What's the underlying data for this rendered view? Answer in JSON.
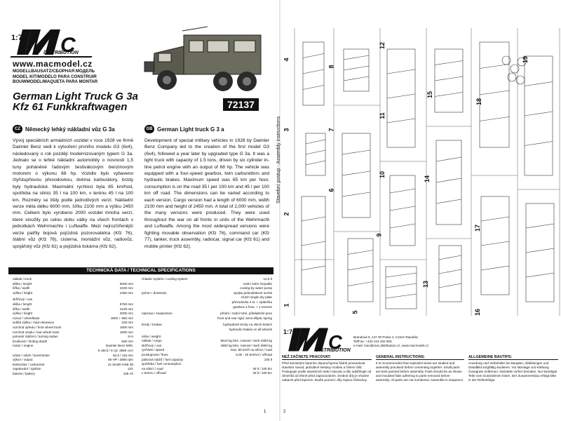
{
  "header": {
    "scale": "1:72",
    "brand": "MAC",
    "brand_sub": "DISTRIBUTION",
    "url": "www.macmodel.cz",
    "kit_lines": [
      "MODELLBAUSATZ/СБОРНАЯ МОДЕЛЬ",
      "MODEL KIT/MODELO PARA CONSTRUIR",
      "BOUWMODEL/MAQUETA PARA MONTAR"
    ],
    "title_line1": "German Light Truck G 3a",
    "title_line2": "Kfz 61 Funkkraftwagen",
    "kit_number": "72137"
  },
  "cz": {
    "code": "CZ",
    "heading": "Německý lehký nákladní vůz G 3a",
    "text": "Vývoj speciálních armádních vozidel v roce 1928 ve firmě Daimler Benz vedl k vytvoření prvního modelu G3 (6x4), následovaný o rok později modernizovaným typem G 3a. Jednalo se o lehké nákladní automobily o nosnosti 1,5 tuny poháněné řadovým šestiválcovým benzinovým motorem o výkonu 68 hp. Vozidlo bylo vybaveno čtyřstupňovou převodovkou, dvěma karburátory, brzdy byly hydraulické. Maximální rychlost byla 65 km/hod, spotřeba na silnici 35 l na 100 km, v terénu 45 l na 100 km. Rozměry se lišily podle jednotlivých verzí. Nákladní verze měla délku 6000 mm, šířku 2100 mm a výšku 2450 mm. Celkem bylo vyrobeno 2000 vozidel mnoha verzí, které sloužily po celou dobu války na všech frontách v jednotkách Wehrmachtu i Luftwaffe. Mezi nejrozšířenější verze patřily bojová pojízdná pozorovatelna (Kfz 76), štábní vůz (Kfz 76), cisterna, montážní vůz, radiovůz, spojářský vůz (Kfz 61) a pojízdná tiskárna (Kfz 62)."
  },
  "gb": {
    "code": "GB",
    "heading": "German Light truck G 3 a",
    "text": "Development of special military vehicles in 1928 by Daimler Benz Company led to the creation of the first model G3 (6x4), followed a year later by upgraded type G 3a. It was a light truck with capacity of 1.5 tons, driven by six cylinder in-line petrol engine with an output of 68 hp. The vehicle was equipped with a four-speed gearbox, twin carburettors and hydraulic brakes. Maximum speed was 65 km per hour, consumption is on the road 35 l per 100 km and 45 l per 100 km off road. The dimensions can be varied according to each version. Cargo version had a length of 6000 mm, width 2100 mm and height of 2450 mm. A total of 2,000 vehicles of the many versions were produced. They were used throughout the war on all fronts in units of the Wehrmacht and Luftwaffe. Among the most widespread versions were fighting movable observation (Kfz 76), command car (Kfz 77), tanker, truck assembly, radiocar, signal car (Kfz 61) and mobile printer (Kfz 62)."
  },
  "tech": {
    "heading": "TECHNICKÁ DATA / TECHNICAL SPECIFICATIONS",
    "col1": [
      [
        "náklak / truck",
        ""
      ],
      [
        "délka / lenght",
        "6000 mm"
      ],
      [
        "šířka / width",
        "2100 mm"
      ],
      [
        "výška / height",
        "2450 mm"
      ],
      [
        "",
        ""
      ],
      [
        "skříňový / van",
        ""
      ],
      [
        "délka / lenght",
        "5750 mm"
      ],
      [
        "šířka / width",
        "2100 mm"
      ],
      [
        "výška / height",
        "2000 mm"
      ],
      [
        "rozvor / wheelbase",
        "3000 + 950 mm"
      ],
      [
        "světlá výška / road clearance",
        "225 mm"
      ],
      [
        "rozchod vpředu / front wheel track",
        "1600 mm"
      ],
      [
        "rozchod vzadu / rear wheel track",
        "1600 mm"
      ],
      [
        "poloměr otáčení / turning radius",
        "9 m"
      ],
      [
        "brodivost / fording depth",
        "500 mm"
      ],
      [
        "motor / engine",
        "Daimler Benz M09,"
      ],
      [
        "",
        "6 válců / 6 cyl. 3665 ccm"
      ],
      [
        "vrtání / zdvih / bore/stroke",
        "82,5 / 115 mm"
      ],
      [
        "výkon / output",
        "68 HP / 2860 rpm"
      ],
      [
        "karburátor / carburetor",
        "2x Zenith HKB 38"
      ],
      [
        "zapalování / ignition",
        "12V"
      ],
      [
        "baterie / battery",
        "105 Ah"
      ]
    ],
    "col2": [
      [
        "chladicí systém / cooling system",
        "12,5 lt"
      ],
      [
        "",
        "vodní zahn čerpadlo"
      ],
      [
        "",
        "cooling by water pump"
      ],
      [
        "pohon / drivetrain",
        "spojka jednodiskové suchá"
      ],
      [
        "",
        "clutch single dry plate"
      ],
      [
        "",
        "převodovka 4 st. + zpátečka"
      ],
      [
        "",
        "gearbox 4 forw. + 1 reverse"
      ],
      [
        "",
        ""
      ],
      [
        "náprava / suspension",
        "přední i zadní tuhé, půleliptické pera"
      ],
      [
        "",
        "front and rear rigid, semi-elliptic spring"
      ],
      [
        "",
        ""
      ],
      [
        "brzdy / brakes",
        "hydraulické brzdy na všech kolech"
      ],
      [
        "",
        "hydraulic brakes on all wheels"
      ],
      [
        "",
        ""
      ],
      [
        "váha / weight",
        ""
      ],
      [
        "náklak / cargo",
        "5610 kg brto. rosnost / kerb 3300 kg"
      ],
      [
        "skříňový / van",
        "4900 kg brto. rosnost / kerb 3900 kg"
      ],
      [
        "rychlost / speed",
        "max. 65 km/h na silnici / road"
      ],
      [
        "prostupnost / fines",
        "5,00 - 20 terénní / offroad"
      ],
      [
        "palivová nádrž / fuel capacity",
        "105 lt"
      ],
      [
        "spotřeba / fuel consumption",
        ""
      ],
      [
        "na silnici / road",
        "35 lt / 100 km"
      ],
      [
        "v terénu / offroad",
        "45 lt / 100 km"
      ]
    ]
  },
  "page_left": "1",
  "page_right": "2",
  "assembly_title": "Stavební postup - Assembly instructions",
  "steps": [
    "1",
    "2",
    "3",
    "4",
    "5",
    "6",
    "7",
    "8",
    "9",
    "10",
    "11",
    "12",
    "13",
    "14",
    "15",
    "16",
    "17",
    "18",
    "19"
  ],
  "footer": {
    "address_lines": [
      "Brandová 9, 147 00 Praha 4, Czech Republic",
      "Tel/Fax: +420 244 402 605",
      "e-mail: mac@mac.distribution.cz, www.macmodel.cz"
    ],
    "cz_head": "NEŽ ZAČNETE PRACOVAT:",
    "cz_text": "Před samotným lepením doporučujeme řádně prostudovat stavební návod, jednotlivé sestavy modelu a číslení dílů. Postupujte podle stavebních sekcí návodu a díly odstřihujte od rámečků až těsně před zapracováním. Drobné díly je vhodné nabarvit před lepením. Buďte pozorní, díly nejsou číslovány.",
    "gb_head": "GENERAL INSTRUCTIONS:",
    "gb_text": "It is recommended that exploded views are studied and assembly practised before cementing together. Small parts are best painted before assembly. Parts should be as shown and moulded fabs adhering to parts removed before assembly. All parts are not numbered. Assemble in sequence.",
    "de_head": "ALLGEMEINE BAUTIPS:",
    "de_text": "Anordung und Vorbehalte bei Bauplan, Abbildungen und Detailbild sorgfältig studieren. Vor Montage und Klebung Gussgrate entfernen. Kleinteile vorher bemalen. Nur benötigte Teile vom Gussrahmen lösen. Der Zusammenbau erfolgt bitte in der Reihenfolge."
  }
}
